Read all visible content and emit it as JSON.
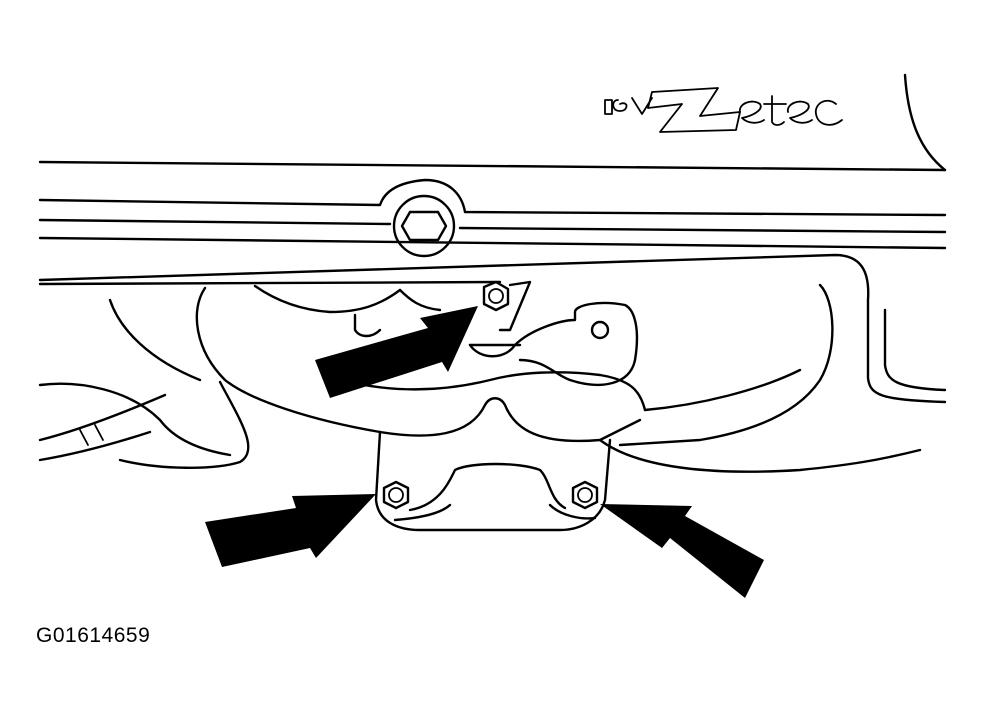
{
  "figure": {
    "badge_text": "16V Zetec",
    "figure_id": "G01614659"
  },
  "callouts": [
    {
      "name": "arrow-upper-nut",
      "target": "upper-nut"
    },
    {
      "name": "arrow-lower-left-nut",
      "target": "lower-left-nut"
    },
    {
      "name": "arrow-lower-right-nut",
      "target": "lower-right-nut"
    }
  ],
  "colors": {
    "line": "#000000",
    "background": "#ffffff"
  }
}
